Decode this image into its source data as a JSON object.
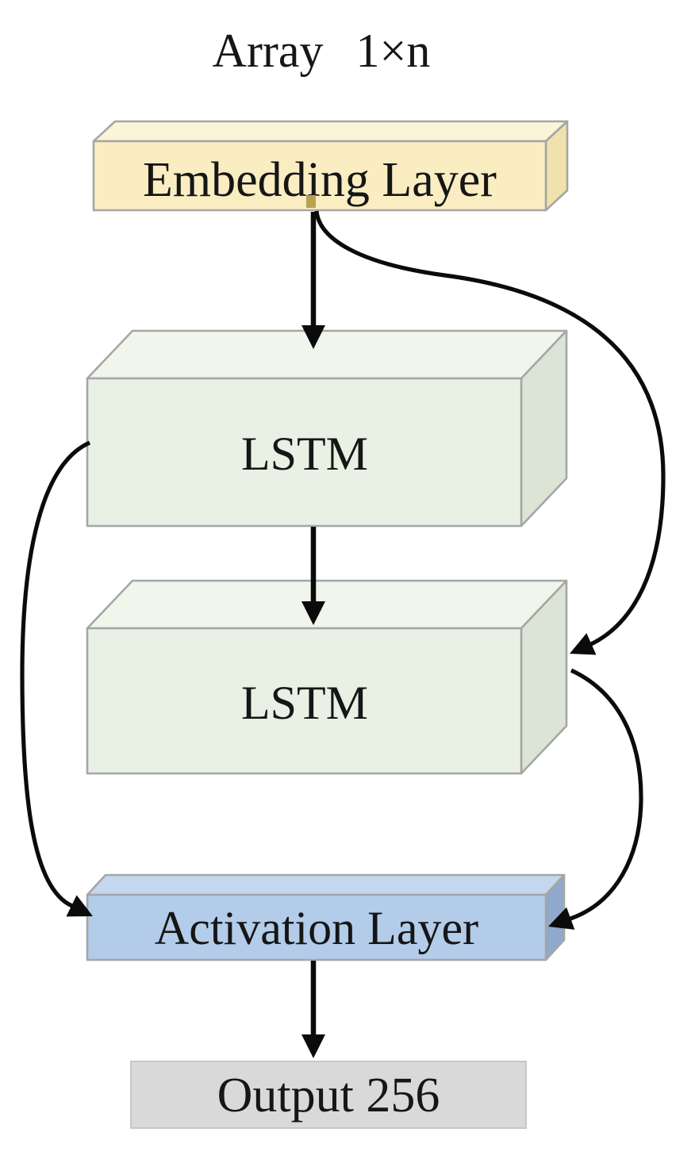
{
  "title": "Array 1×n",
  "nodes": {
    "embedding": {
      "label": "Embedding Layer",
      "fill_front": "#FAEDC2",
      "fill_top": "#FCF4D9",
      "fill_side": "#F0E2AD"
    },
    "lstm1": {
      "label": "LSTM",
      "fill_front": "#E9F1E4",
      "fill_top": "#F0F6EC",
      "fill_side": "#DBE4D5"
    },
    "lstm2": {
      "label": "LSTM",
      "fill_front": "#E9F1E4",
      "fill_top": "#F0F6EC",
      "fill_side": "#DBE4D5"
    },
    "activation": {
      "label": "Activation Layer",
      "fill_front": "#B2CCE9",
      "fill_top": "#C3D7EF",
      "fill_side": "#8FAACC"
    },
    "output": {
      "label": "Output 256",
      "fill": "#D9D9D9"
    }
  },
  "colors": {
    "arrow": "#0B0B0B",
    "box_border": "#A6A6A6",
    "anchor_dot": "#B5A352",
    "background": "#FFFFFF"
  },
  "edges": [
    {
      "from": "embedding",
      "to": "lstm1",
      "type": "straight-arrow"
    },
    {
      "from": "lstm1",
      "to": "lstm2",
      "type": "straight-arrow"
    },
    {
      "from": "embedding",
      "to": "lstm2",
      "type": "curved-skip-right"
    },
    {
      "from": "lstm1",
      "to": "activation",
      "type": "curved-skip-left"
    },
    {
      "from": "lstm2",
      "to": "activation",
      "type": "curved-skip-right"
    },
    {
      "from": "activation",
      "to": "output",
      "type": "straight-arrow"
    }
  ]
}
